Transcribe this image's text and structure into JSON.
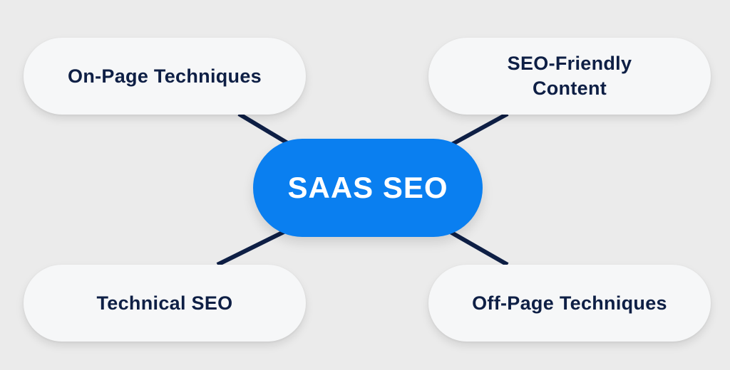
{
  "diagram": {
    "type": "mind-map",
    "center": {
      "label": "SAAS SEO",
      "color": "#0a7ff0",
      "text_color": "#ffffff"
    },
    "branches": [
      {
        "position": "top-left",
        "label": "On-Page Techniques"
      },
      {
        "position": "top-right",
        "label": "SEO-Friendly Content"
      },
      {
        "position": "bottom-left",
        "label": "Technical SEO"
      },
      {
        "position": "bottom-right",
        "label": "Off-Page Techniques"
      }
    ],
    "connector_color": "#0e1f45",
    "node_bg": "#f6f7f8",
    "node_text_color": "#0e1f45",
    "background": "#ebebeb"
  }
}
